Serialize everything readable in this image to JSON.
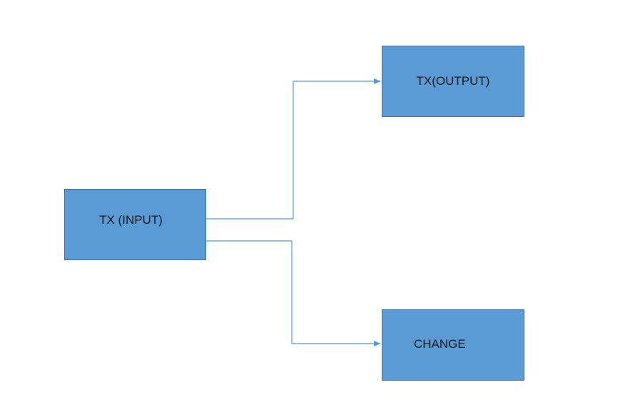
{
  "diagram": {
    "nodes": [
      {
        "id": "input",
        "label": "TX (INPUT)"
      },
      {
        "id": "output",
        "label": "TX(OUTPUT)"
      },
      {
        "id": "change",
        "label": "CHANGE"
      }
    ],
    "edges": [
      {
        "from": "input",
        "to": "output"
      },
      {
        "from": "input",
        "to": "change"
      }
    ],
    "colors": {
      "node_fill": "#5b9bd5",
      "node_border": "#41719c",
      "edge": "#5b9bd5"
    }
  }
}
